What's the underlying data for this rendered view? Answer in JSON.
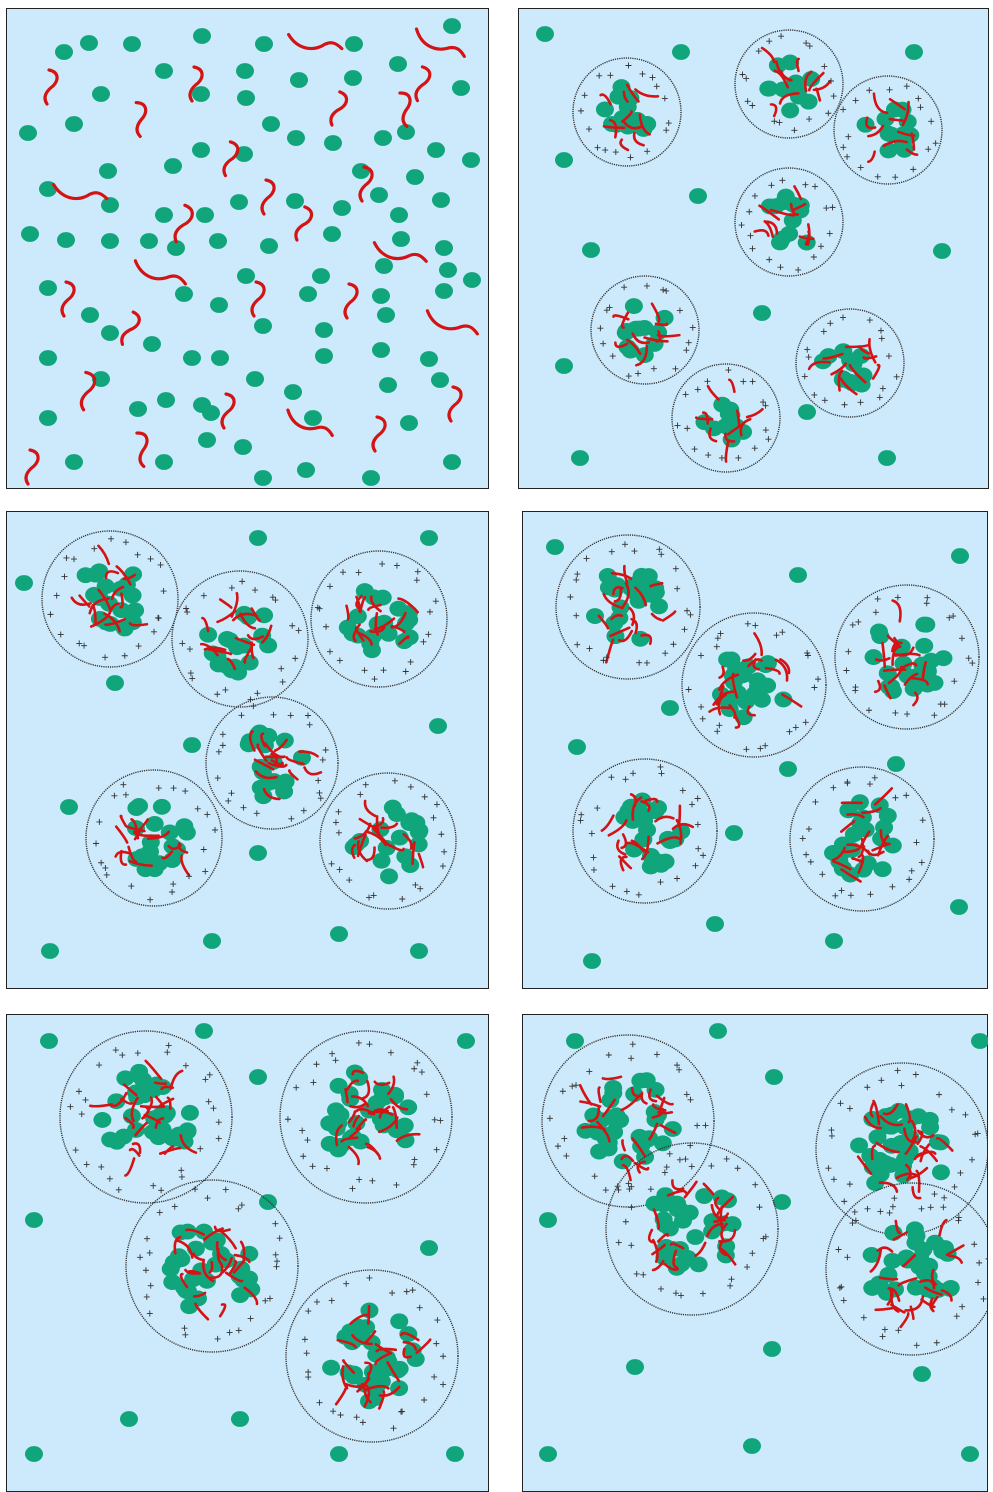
{
  "figure": {
    "colors": {
      "panel_background": "#cdeafc",
      "panel_border": "#222222",
      "particle": "#10a57a",
      "polymer_chain": "#d41414",
      "aggregate_boundary": "#333333",
      "charge_sign": "#333333"
    },
    "panels": [
      {
        "stage": 1,
        "aggregate_count": 0,
        "description_icons": [
          "free-polymer-chain",
          "free-particle"
        ]
      },
      {
        "stage": 2,
        "aggregate_count": 7,
        "description_icons": [
          "small-aggregate",
          "free-particle"
        ]
      },
      {
        "stage": 3,
        "aggregate_count": 6,
        "description_icons": [
          "medium-aggregate",
          "free-particle"
        ]
      },
      {
        "stage": 4,
        "aggregate_count": 5,
        "description_icons": [
          "large-aggregate",
          "free-particle"
        ]
      },
      {
        "stage": 5,
        "aggregate_count": 4,
        "description_icons": [
          "larger-aggregate",
          "free-particle"
        ]
      },
      {
        "stage": 6,
        "aggregate_count": 4,
        "description_icons": [
          "overlapping-aggregate",
          "free-particle"
        ]
      }
    ]
  }
}
